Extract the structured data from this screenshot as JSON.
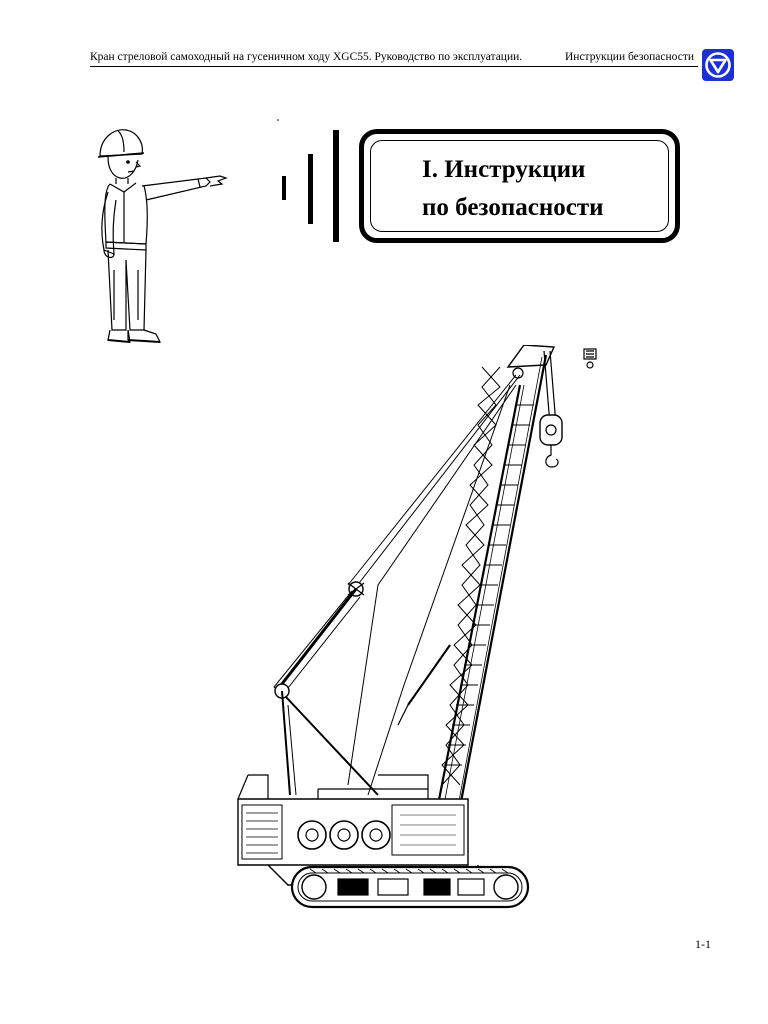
{
  "header": {
    "left_text": "Кран стреловой самоходный на гусеничном ходу XGC55. Руководство по эксплуатации.",
    "right_text": "Инструкции безопасности",
    "logo_icon": "xcmg-logo-icon",
    "logo_color": "#1a2fd6"
  },
  "title": {
    "line1": "I. Инструкции",
    "line2": "по безопасности"
  },
  "illustrations": {
    "worker": "pointing-worker-icon",
    "crane": "crawler-crane-illustration"
  },
  "footer": {
    "page_number": "1-1"
  }
}
